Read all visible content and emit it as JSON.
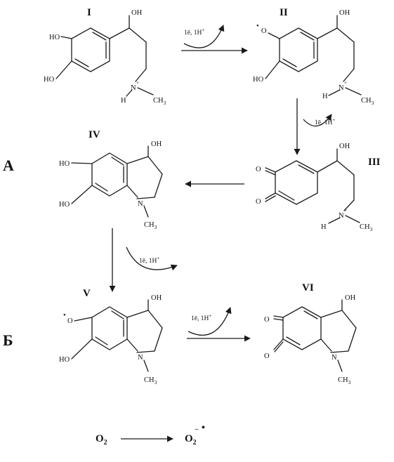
{
  "labels": {
    "I": "I",
    "II": "II",
    "III": "III",
    "IV": "IV",
    "V": "V",
    "VI": "VI",
    "section_a": "А",
    "section_b": "Б"
  },
  "condition": {
    "text": "1ē, 1H",
    "charge": "+"
  },
  "atoms": {
    "HO": "HO",
    "OH": "OH",
    "O": "O",
    "N": "N",
    "H": "H",
    "CH": "CH",
    "three": "3",
    "plus": "+",
    "dot": "•"
  },
  "oxygen": {
    "reactant": "O",
    "reactant_sub": "2",
    "product": "O",
    "product_sub": "2",
    "product_charge": "−",
    "product_radical": "•"
  }
}
